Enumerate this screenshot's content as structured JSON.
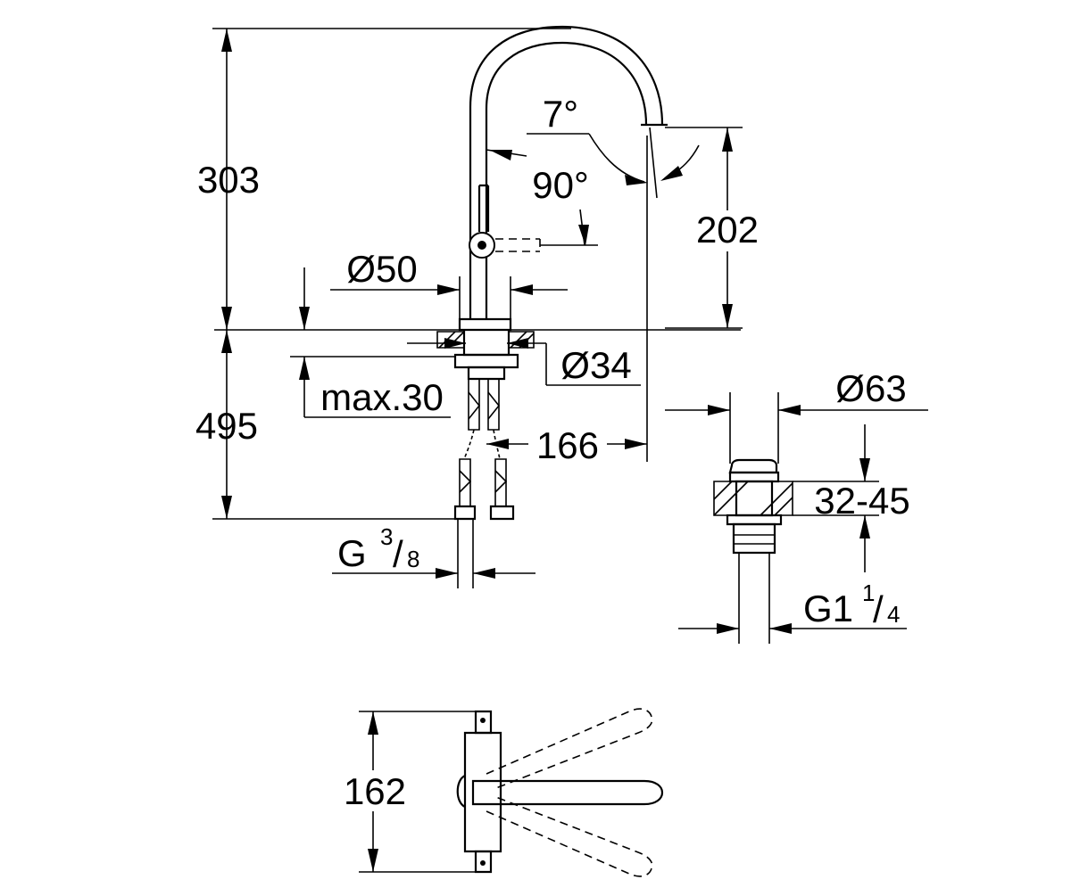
{
  "dimensions": {
    "total_height": "303",
    "spout_height": "202",
    "angle_spout": "7°",
    "angle_lever": "90°",
    "base_diameter": "Ø50",
    "shank_diameter": "Ø34",
    "max_deck": "max.30",
    "hose_length": "495",
    "reach": "166",
    "connection_main": "G",
    "connection_num": "3",
    "connection_den": "8",
    "waste_diameter": "Ø63",
    "waste_range": "32-45",
    "waste_thread_main": "G1",
    "waste_thread_num": "1",
    "waste_thread_den": "4",
    "lever_swing": "162"
  }
}
